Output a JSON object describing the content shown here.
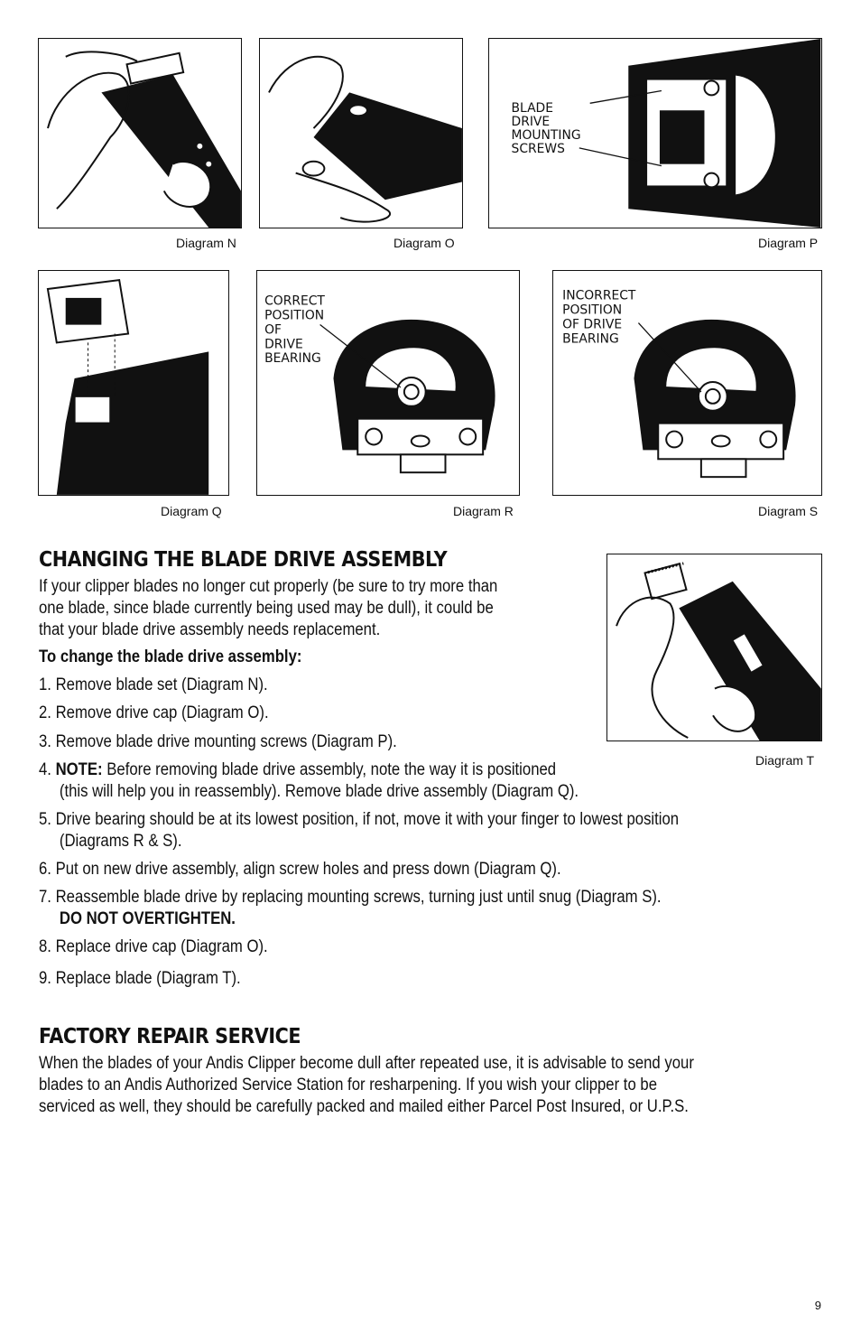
{
  "diagrams": {
    "n": {
      "caption": "Diagram N"
    },
    "o": {
      "caption": "Diagram O"
    },
    "p": {
      "caption": "Diagram P",
      "callout": [
        "BLADE",
        "DRIVE",
        "MOUNTING",
        "SCREWS"
      ]
    },
    "q": {
      "caption": "Diagram Q"
    },
    "r": {
      "caption": "Diagram R",
      "callout": [
        "CORRECT",
        "POSITION",
        "OF",
        "DRIVE",
        "BEARING"
      ]
    },
    "s": {
      "caption": "Diagram S",
      "callout": [
        "INCORRECT",
        "POSITION",
        "OF DRIVE",
        "BEARING"
      ]
    },
    "t": {
      "caption": "Diagram T"
    }
  },
  "section1": {
    "heading": "CHANGING THE BLADE DRIVE ASSEMBLY",
    "intro": [
      "If your clipper blades no longer cut properly (be sure to try more than",
      "one blade, since blade currently being used may be dull), it could be",
      "that your blade drive assembly needs replacement."
    ],
    "subheading": "To change the blade drive assembly:",
    "step1": "1.  Remove blade set (Diagram N).",
    "step2": "2. Remove drive cap (Diagram O).",
    "step3": "3. Remove blade drive mounting screws (Diagram P).",
    "step4_num": "4. ",
    "step4_note": "NOTE:",
    "step4_line1": " Before removing blade drive assembly, note the way it is positioned",
    "step4_line2": "(this will help you in reassembly). Remove blade drive assembly (Diagram Q).",
    "step5_line1": "5. Drive bearing should be at its lowest position, if not, move it with your finger to lowest position",
    "step5_line2": "(Diagrams R & S).",
    "step6": "6. Put on new drive assembly, align screw holes and press down (Diagram Q).",
    "step7_line1": "7. Reassemble blade drive by replacing mounting screws, turning just until snug (Diagram S).",
    "step7_line2": "DO NOT OVERTIGHTEN.",
    "step8": "8. Replace drive cap (Diagram O).",
    "step9": "9. Replace blade (Diagram T)."
  },
  "section2": {
    "heading": "FACTORY REPAIR SERVICE",
    "body": [
      "When the blades of your Andis Clipper become dull after repeated use, it is advisable to send your",
      "blades to an Andis Authorized Service Station for resharpening. If you wish your clipper to be",
      "serviced as well, they should be carefully packed and mailed either Parcel Post Insured, or U.P.S."
    ]
  },
  "page_number": "9"
}
